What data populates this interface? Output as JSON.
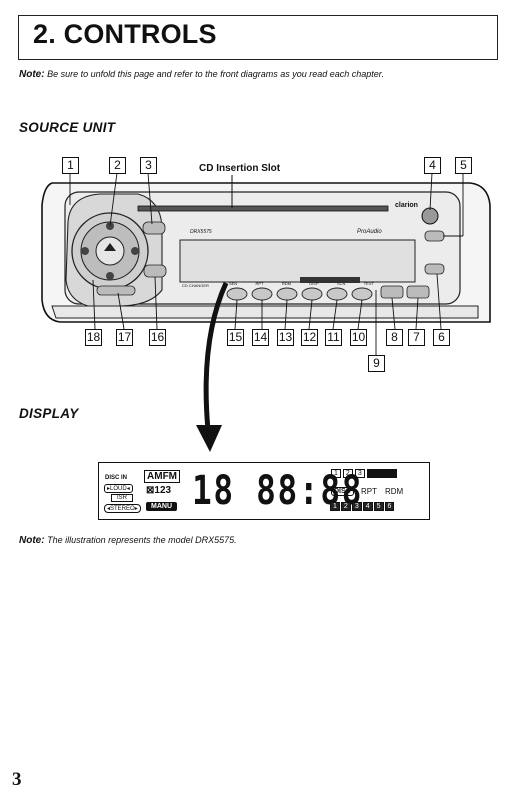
{
  "header": {
    "title": "2. CONTROLS"
  },
  "note_top": {
    "label": "Note:",
    "text": "Be sure to unfold this page and refer to the front diagrams as you read each chapter."
  },
  "sections": {
    "source_unit": "SOURCE UNIT",
    "display": "DISPLAY"
  },
  "source_unit": {
    "slot_label": "CD Insertion Slot",
    "brand": "clarion",
    "model": "DRX5575",
    "sub_brand": "ProAudio",
    "cd_changer": "CD CHANGER",
    "callouts_top": [
      "1",
      "2",
      "3",
      "4",
      "5"
    ],
    "callouts_bottom": [
      "18",
      "17",
      "16",
      "15",
      "14",
      "13",
      "12",
      "11",
      "10",
      "8",
      "7",
      "6"
    ],
    "callout_9": "9",
    "button_labels": [
      "SEN",
      "RPT",
      "RDM",
      "DISP",
      "SCN",
      "TEXT"
    ]
  },
  "display": {
    "disc_in": "DISC IN",
    "loud": "LOUD",
    "isr": "ISR",
    "stereo": "STEREO",
    "am": "AM",
    "fm": "FM",
    "preset_num": "123",
    "manu": "MANU",
    "digits": "18 88:88",
    "top_boxes": [
      "1",
      "2",
      "3"
    ],
    "disc": "DISC",
    "rpt": "RPT",
    "rdm": "RDM",
    "bottom_boxes": [
      "1",
      "2",
      "3",
      "4",
      "5",
      "6"
    ]
  },
  "note_bottom": {
    "label": "Note:",
    "text": "The illustration represents the model DRX5575."
  },
  "footer": {
    "page_number": "3"
  }
}
